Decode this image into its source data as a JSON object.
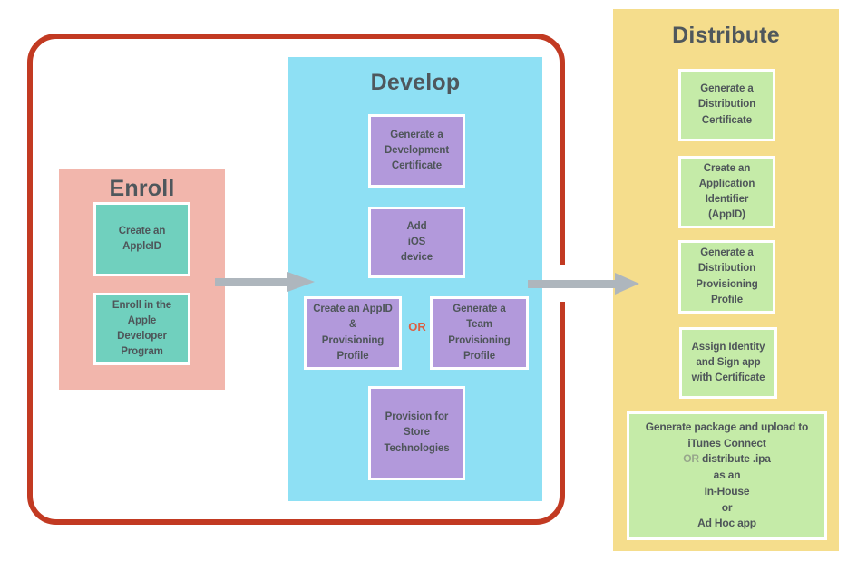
{
  "diagram": {
    "enroll": {
      "title": "Enroll",
      "steps": {
        "create_appleid": "Create an\nAppleID",
        "enroll_program": "Enroll in the\nApple\nDeveloper\nProgram"
      }
    },
    "develop": {
      "title": "Develop",
      "steps": {
        "generate_dev_certificate": "Generate a\nDevelopment\nCertificate",
        "add_ios_device": "Add\niOS\ndevice",
        "create_appid_provisioning": "Create an AppID\n&\nProvisioning\nProfile",
        "or_label": "OR",
        "team_provisioning": "Generate a\nTeam\nProvisioning\nProfile",
        "provision_store": "Provision for\nStore\nTechnologies"
      }
    },
    "distribute": {
      "title": "Distribute",
      "steps": {
        "distribution_certificate": "Generate a\nDistribution\nCertificate",
        "application_identifier": "Create an\nApplication\nIdentifier\n(AppID)",
        "distribution_provisioning": "Generate a\nDistribution\nProvisioning\nProfile",
        "assign_identity": "Assign Identity\nand Sign app\nwith Certificate",
        "package_upload": {
          "lines_top": "Generate package and upload to\niTunes Connect",
          "or_word": "OR",
          "or_rest": " distribute .ipa",
          "lines_bottom": "as an\nIn-House\nor\nAd Hoc app"
        }
      }
    }
  },
  "colors": {
    "frame-red": "#C23A22",
    "enroll-bg": "#F2B6AC",
    "enroll-step-bg": "#70D0BE",
    "develop-bg": "#8EE0F4",
    "develop-step-bg": "#B299DB",
    "distribute-bg": "#F5DD8C",
    "distribute-step-bg": "#C5EBA8",
    "arrow-gray": "#AEB6BD",
    "or-orange": "#DC5F42",
    "or-light": "#97A68C",
    "text-dark": "#4E5559",
    "text-title": "#4F575C"
  }
}
